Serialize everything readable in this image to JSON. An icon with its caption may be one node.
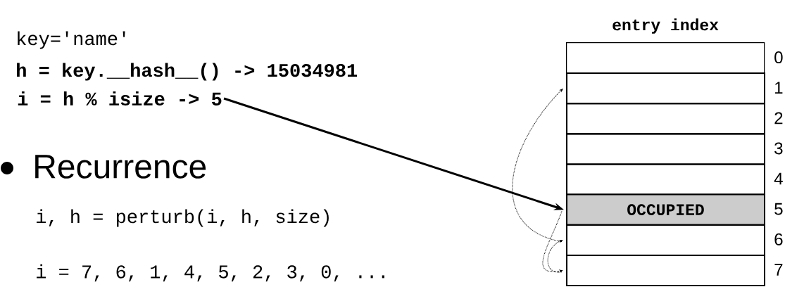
{
  "diagram": {
    "nodes": [
      {
        "text": [
          "entry index"
        ]
      },
      {
        "text": [],
        "shape": "box",
        "in": 0,
        "beside": [
          "0"
        ]
      },
      {
        "text": [],
        "shape": "box",
        "in": 0,
        "beside": [
          "1"
        ]
      },
      {
        "text": [],
        "shape": "box",
        "in": 0,
        "beside": [
          "2"
        ]
      },
      {
        "text": [],
        "shape": "box",
        "in": 0,
        "beside": [
          "3"
        ]
      },
      {
        "text": [],
        "shape": "box",
        "in": 0,
        "beside": [
          "4"
        ]
      },
      {
        "text": [
          "OCCUPIED"
        ],
        "in": 0,
        "beside": [
          "5"
        ]
      },
      {
        "text": [],
        "shape": "box",
        "in": 0,
        "beside": [
          "6"
        ]
      },
      {
        "text": [],
        "shape": "box",
        "in": 0,
        "beside": [
          "7"
        ]
      },
      {
        "text": [
          "i = h % isize -> 5"
        ]
      }
    ],
    "edges": [
      {
        "from": 9,
        "to": 6,
        "arrow": "to",
        "style": "thick"
      },
      {
        "from": 6,
        "to": 8,
        "arrow": "to",
        "style": "dashed"
      },
      {
        "from": 8,
        "to": 7,
        "arrow": "to",
        "style": "dashed"
      },
      {
        "from": 7,
        "to": 2,
        "arrow": "to",
        "style": "dashed"
      }
    ],
    "labels": [
      "key='name'",
      "h = key.__hash__() -> 15034981",
      "Recurrence",
      "i, h = perturb(i, h, size)",
      "i = 7, 6, 1, 4, 5, 2, 3, 0, ..."
    ]
  }
}
